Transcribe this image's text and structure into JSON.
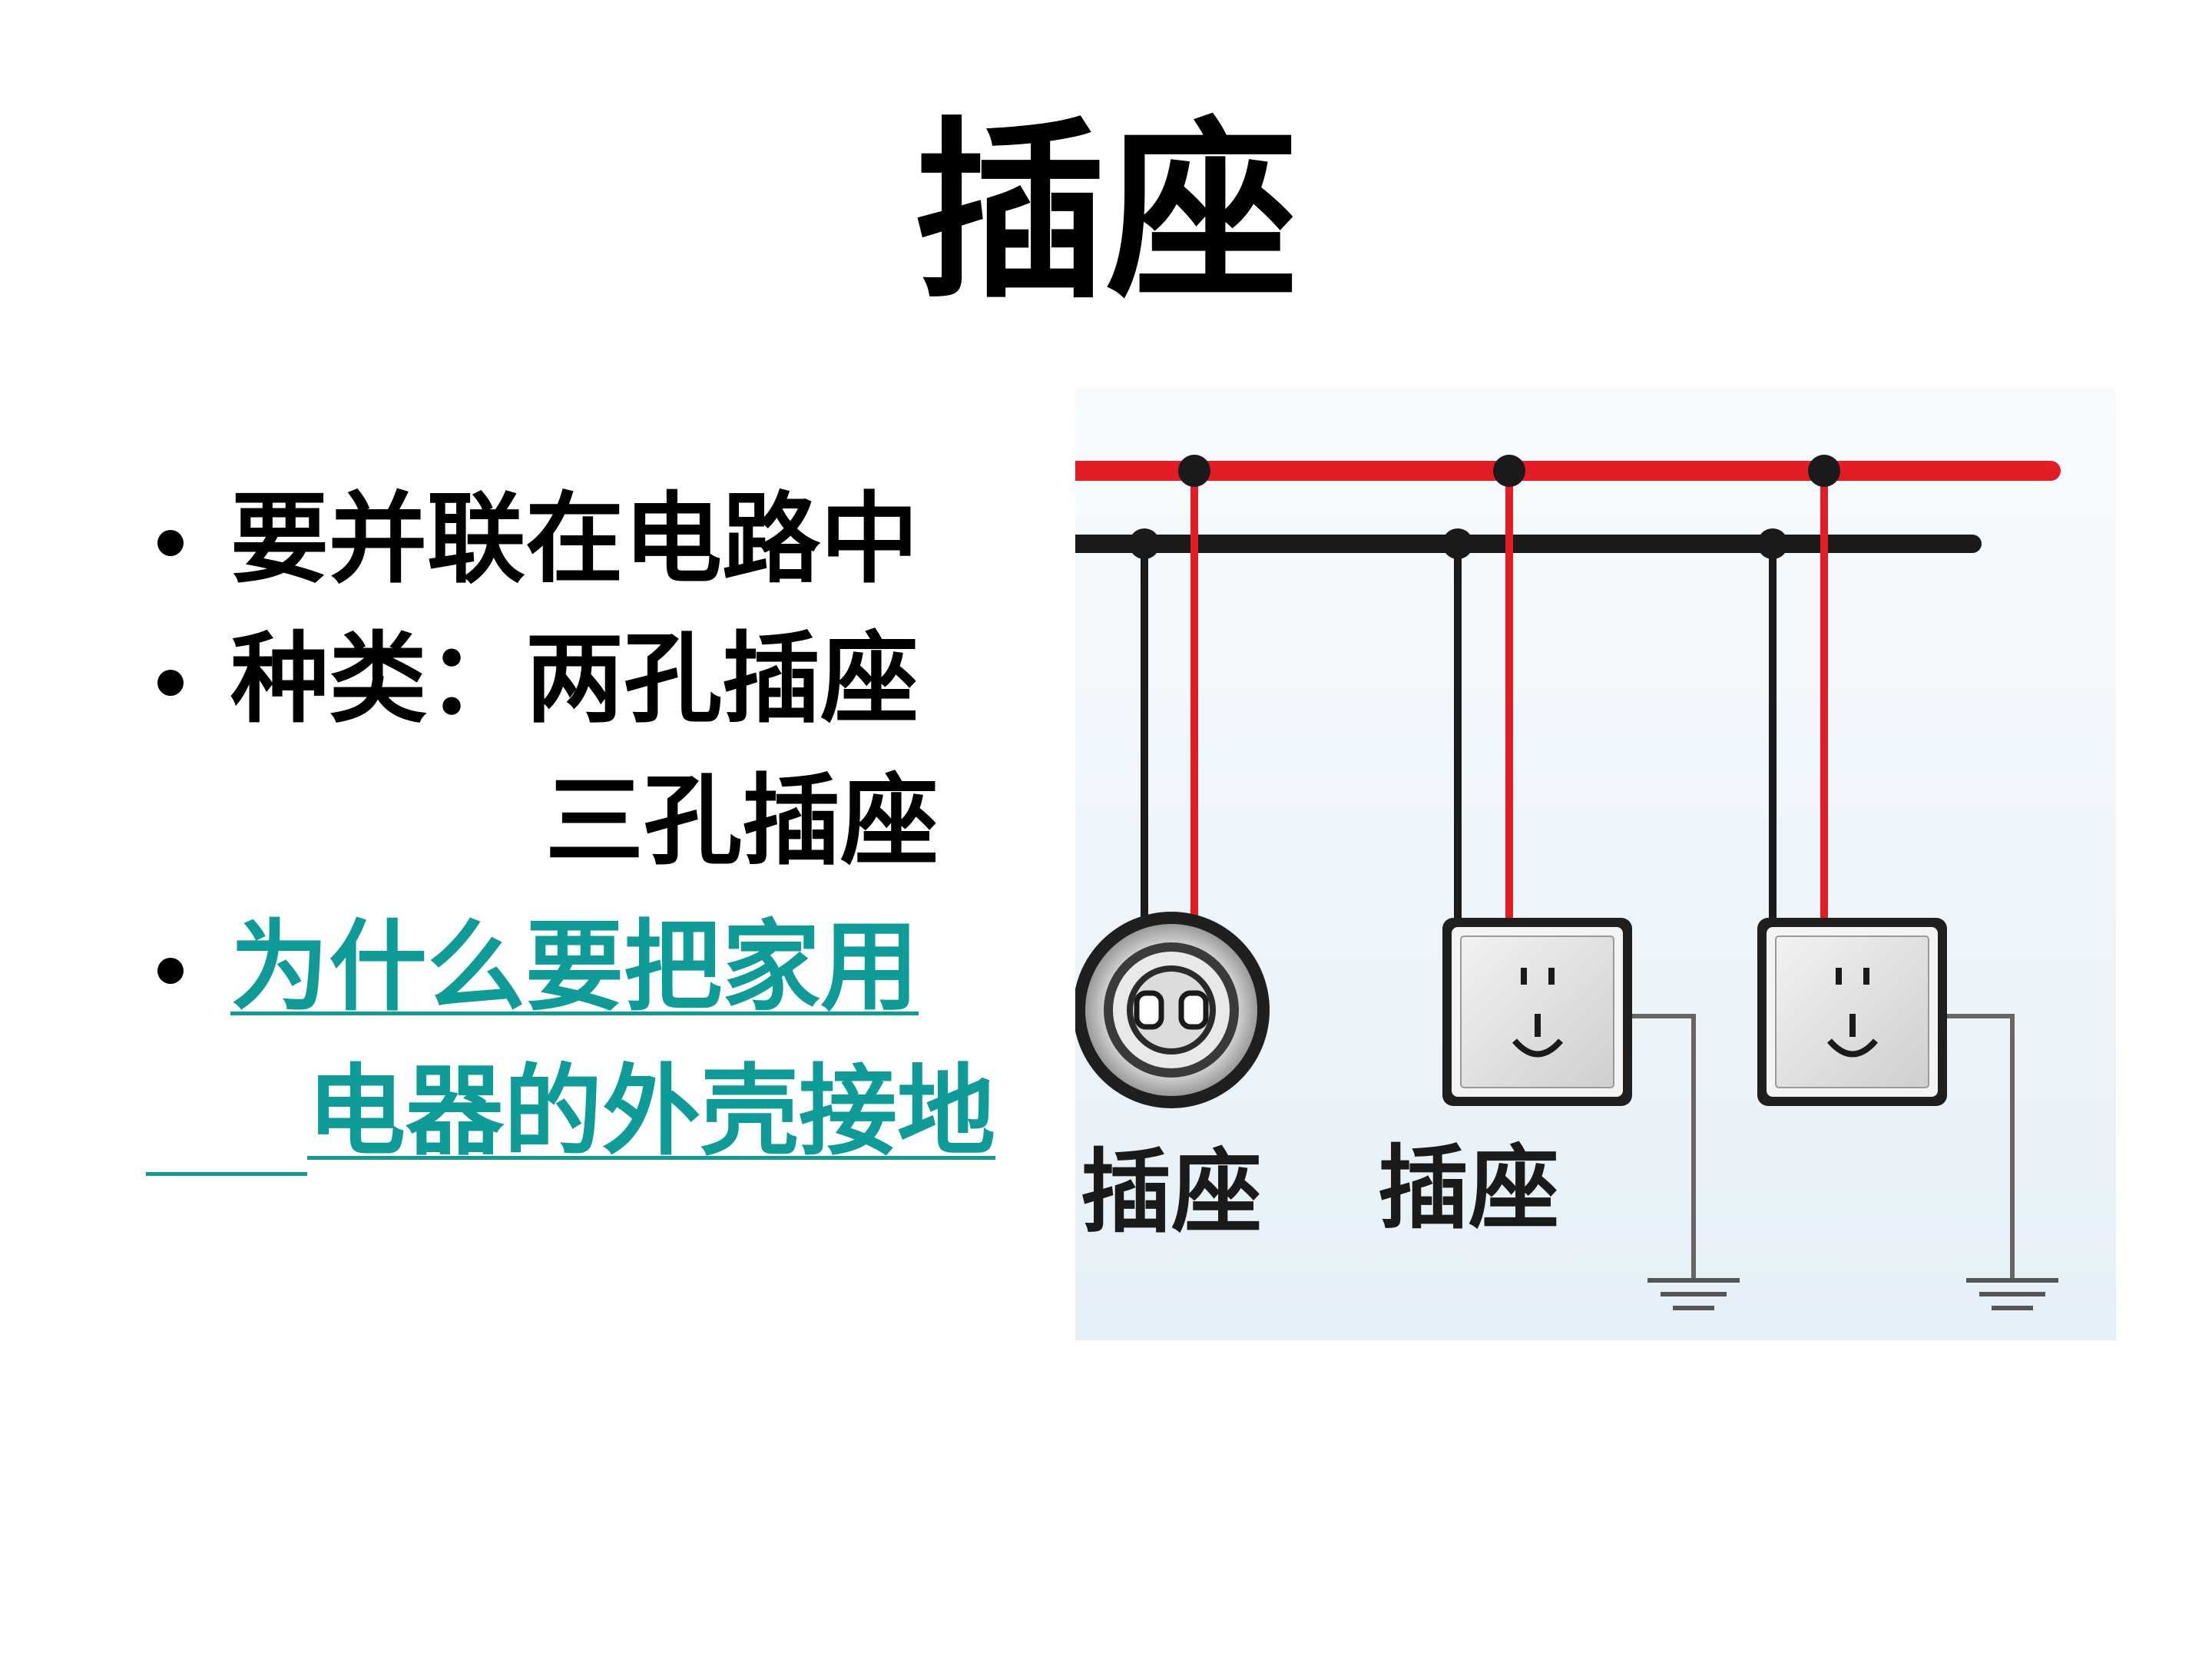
{
  "title": "插座",
  "bullets": [
    {
      "text": "要并联在电路中"
    },
    {
      "text": "种类：两孔插座"
    },
    {
      "text": "三孔插座"
    },
    {
      "text_line1": "为什么要把家用",
      "text_line2": "电器的外壳接地"
    }
  ],
  "diagram": {
    "labels": [
      "插座",
      "插座"
    ],
    "colors": {
      "live_wire": "#e31d24",
      "neutral_wire": "#1a1a1a",
      "ground_wire": "#666666",
      "background": "#eef5fb",
      "socket_face": "#d9d9d9",
      "socket_border": "#222222"
    }
  },
  "colors": {
    "link": "#0f9b98",
    "text": "#000000"
  }
}
